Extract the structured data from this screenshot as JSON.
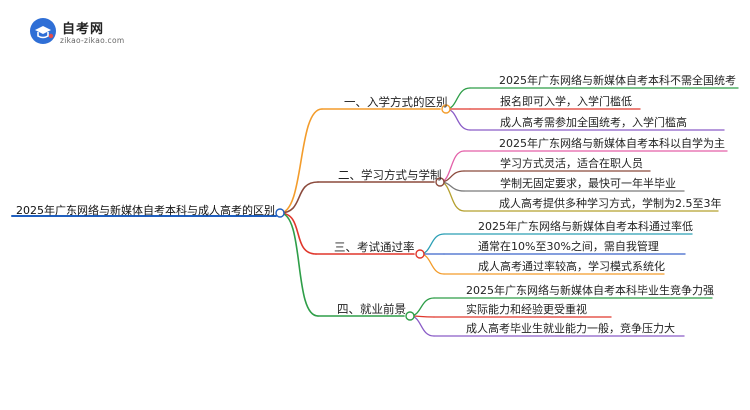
{
  "logo": {
    "name": "自考网",
    "url": "zikao-zikao.com",
    "accent": "#2f6fd6",
    "accent2": "#e34b4b"
  },
  "root": {
    "label": "2025年广东网络与新媒体自考本科与成人高考的区别",
    "color": "#1f5fbf"
  },
  "branches": [
    {
      "label": "一、入学方式的区别",
      "color": "#f39c2b",
      "leaves": [
        {
          "text": "2025年广东网络与新媒体自考本科不需全国统考",
          "color": "#2e9e48"
        },
        {
          "text": "报名即可入学，入学门槛低",
          "color": "#e0372c"
        },
        {
          "text": "成人高考需参加全国统考，入学门槛高",
          "color": "#8a5cc7"
        }
      ]
    },
    {
      "label": "二、学习方式与学制",
      "color": "#8b4a3c",
      "leaves": [
        {
          "text": "2025年广东网络与新媒体自考本科以自学为主",
          "color": "#e35fa8"
        },
        {
          "text": "学习方式灵活，适合在职人员",
          "color": "#8b4a3c"
        },
        {
          "text": "学制无固定要求，最快可一年半毕业",
          "color": "#7a7a7a"
        },
        {
          "text": "成人高考提供多种学习方式，学制为2.5至3年",
          "color": "#b5a02f"
        }
      ]
    },
    {
      "label": "三、考试通过率",
      "color": "#e0372c",
      "leaves": [
        {
          "text": "2025年广东网络与新媒体自考本科通过率低",
          "color": "#2b9fb5"
        },
        {
          "text": "通常在10%至30%之间，需自我管理",
          "color": "#3a64c9"
        },
        {
          "text": "成人高考通过率较高，学习模式系统化",
          "color": "#f39c2b"
        }
      ]
    },
    {
      "label": "四、就业前景",
      "color": "#2e9e48",
      "leaves": [
        {
          "text": "2025年广东网络与新媒体自考本科毕业生竞争力强",
          "color": "#2e9e48"
        },
        {
          "text": "实际能力和经验更受重视",
          "color": "#e0372c"
        },
        {
          "text": "成人高考毕业生就业能力一般，竞争压力大",
          "color": "#8a5cc7"
        }
      ]
    }
  ]
}
